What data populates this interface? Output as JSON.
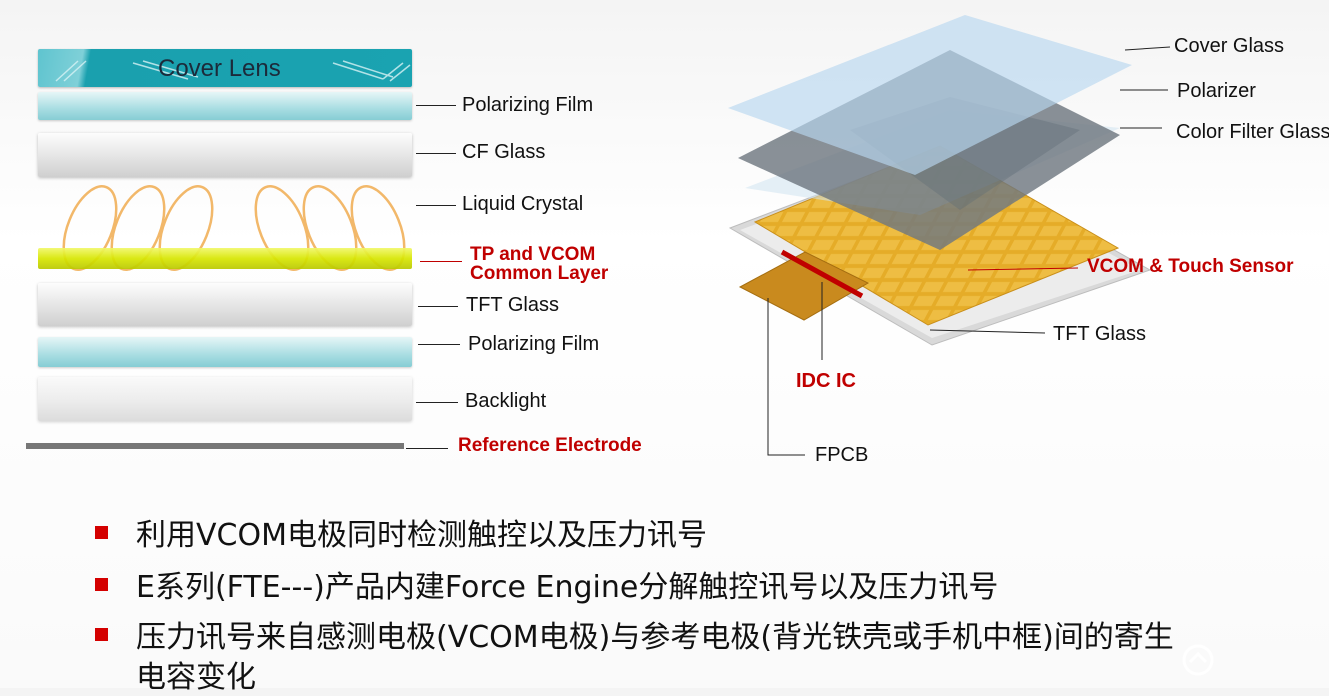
{
  "left_stack": {
    "cover_lens": "Cover Lens",
    "labels": {
      "polarizing_film_top": "Polarizing Film",
      "cf_glass": "CF Glass",
      "liquid_crystal": "Liquid Crystal",
      "tp_vcom_line1": "TP and VCOM",
      "tp_vcom_line2": "Common Layer",
      "tft_glass": "TFT Glass",
      "polarizing_film_bottom": "Polarizing Film",
      "backlight": "Backlight",
      "reference_electrode": "Reference Electrode"
    }
  },
  "right_stack": {
    "labels": {
      "cover_glass": "Cover Glass",
      "polarizer": "Polarizer",
      "color_filter_glass": "Color Filter Glass",
      "vcom_touch_sensor": "VCOM & Touch Sensor",
      "tft_glass": "TFT Glass",
      "idc_ic": "IDC IC",
      "fpcb": "FPCB"
    }
  },
  "bullets": [
    "利用VCOM电极同时检测触控以及压力讯号",
    "E系列(FTE---)产品内建Force Engine分解触控讯号以及压力讯号",
    "压力讯号来自感测电极(VCOM电极)与参考电极(背光铁壳或手机中框)间的寄生"
  ],
  "bullet_continuation": "电容变化",
  "colors": {
    "accent_red": "#c00000",
    "bullet_red": "#d40000",
    "cover_teal": "#1ea6b3",
    "electrode_yellow": "#d4e600"
  }
}
